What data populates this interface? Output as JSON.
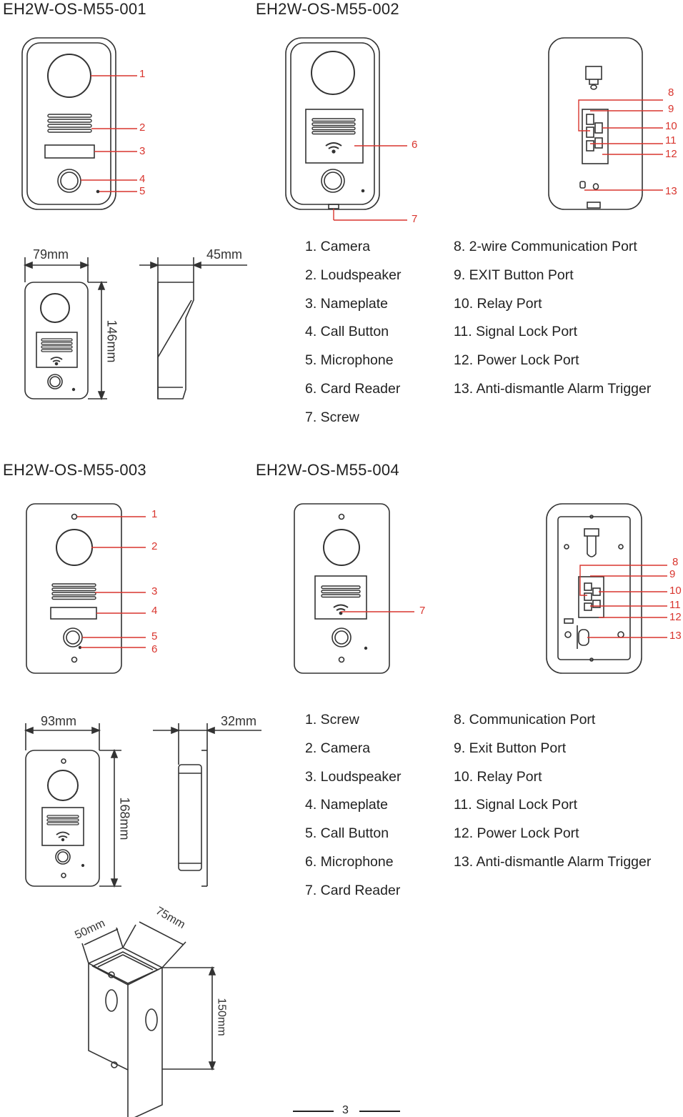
{
  "models": {
    "m1": "EH2W-OS-M55-001",
    "m2": "EH2W-OS-M55-002",
    "m3": "EH2W-OS-M55-003",
    "m4": "EH2W-OS-M55-004"
  },
  "callouts_top": [
    "1",
    "2",
    "3",
    "4",
    "5",
    "6",
    "7",
    "8",
    "9",
    "10",
    "11",
    "12",
    "13"
  ],
  "callouts_bottom": [
    "1",
    "2",
    "3",
    "4",
    "5",
    "6",
    "7",
    "8",
    "9",
    "10",
    "11",
    "12",
    "13"
  ],
  "dimensions": {
    "top_width": "79mm",
    "top_depth": "45mm",
    "top_height": "146mm",
    "bottom_width": "93mm",
    "bottom_depth": "32mm",
    "bottom_height": "168mm",
    "box_a": "50mm",
    "box_b": "75mm",
    "box_c": "150mm"
  },
  "legend_top_left": [
    "1. Camera",
    "2. Loudspeaker",
    "3. Nameplate",
    "4. Call Button",
    "5. Microphone",
    "6. Card Reader",
    "7. Screw"
  ],
  "legend_top_right": [
    "8. 2-wire Communication Port",
    "9. EXIT Button Port",
    "10. Relay Port",
    "11. Signal Lock Port",
    "12. Power Lock Port",
    "13. Anti-dismantle Alarm Trigger"
  ],
  "legend_bottom_left": [
    "1. Screw",
    "2. Camera",
    "3. Loudspeaker",
    "4. Nameplate",
    "5. Call Button",
    "6. Microphone",
    "7. Card Reader"
  ],
  "legend_bottom_right": [
    "8. Communication Port",
    "9. Exit Button Port",
    "10. Relay Port",
    "11. Signal Lock Port",
    "12. Power Lock Port",
    "13. Anti-dismantle Alarm Trigger"
  ],
  "page_number": "3",
  "colors": {
    "callout": "#d9352e",
    "line": "#333333"
  }
}
